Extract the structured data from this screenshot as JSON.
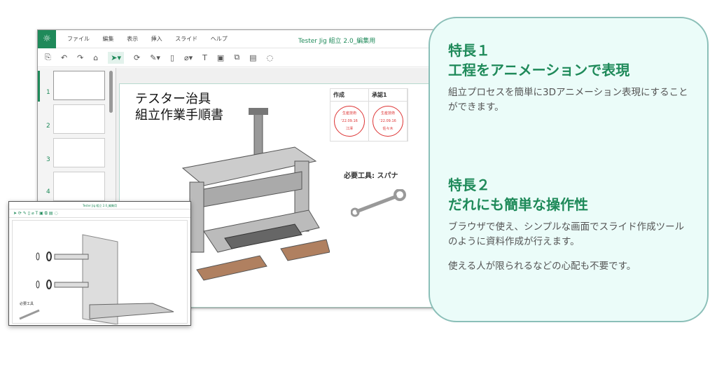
{
  "app": {
    "menu": [
      "ファイル",
      "編集",
      "表示",
      "挿入",
      "スライド",
      "ヘルプ"
    ],
    "doc_title": "Tester Jig 組立 2.0_編集用",
    "accent": "#1f8a5a"
  },
  "toolbar": {
    "icons": [
      "new-slide-icon",
      "undo-icon",
      "redo-icon",
      "home-icon",
      "pointer-icon",
      "rotate-icon",
      "pen-icon",
      "split-icon",
      "measure-icon",
      "text-icon",
      "image-icon",
      "shape-icon",
      "table-icon",
      "comment-icon"
    ]
  },
  "sidebar": {
    "slides": [
      "1",
      "2",
      "3",
      "4"
    ]
  },
  "slide": {
    "title_line1": "テスター治具",
    "title_line2": "組立作業手順書",
    "approval": [
      {
        "header": "作成",
        "seal_dept": "生産技術",
        "seal_date": "'22.09.16",
        "seal_name": "江澤"
      },
      {
        "header": "承認1",
        "seal_dept": "生産技術",
        "seal_date": "'22.09.16",
        "seal_name": "佐々木"
      }
    ],
    "tools_label": "必要工具: スパナ"
  },
  "feature1": {
    "heading1": "特長１",
    "heading2": "工程をアニメーションで表現",
    "body": "組立プロセスを簡単に3Dアニメーション表現にすることができます。"
  },
  "feature2": {
    "heading1": "特長２",
    "heading2": "だれにも簡単な操作性",
    "body1": "ブラウザで使え、シンプルな画面でスライド作成ツールのように資料作成が行えます。",
    "body2": "使える人が限られるなどの心配も不要です。"
  },
  "mini_window": {
    "doc_title": "Tester Jig 組立 2.0_編集用",
    "tools_label": "必要工具"
  }
}
